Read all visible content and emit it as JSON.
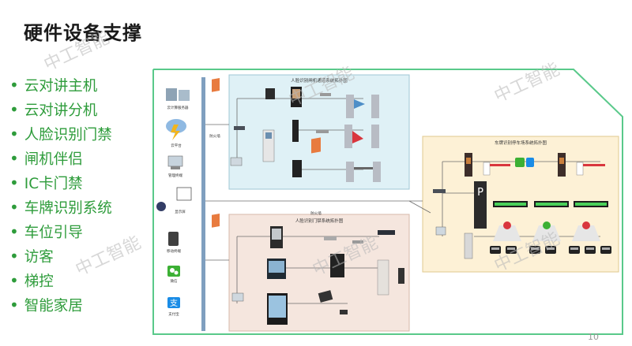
{
  "title": "硬件设备支撑",
  "page_number": "10",
  "watermark": "中工智能",
  "colors": {
    "bullet_green": "#2e9c3b",
    "outline_green": "#59c98a"
  },
  "bullets": [
    {
      "text": "云对讲主机"
    },
    {
      "text": "云对讲分机"
    },
    {
      "text": "人脸识别门禁"
    },
    {
      "text": "闸机伴侣"
    },
    {
      "text": "IC卡门禁"
    },
    {
      "text": "车牌识别系统"
    },
    {
      "text": "车位引导"
    },
    {
      "text": "访客"
    },
    {
      "text": "梯控"
    },
    {
      "text": "智能家居"
    }
  ],
  "diagram": {
    "panel_top_title": "人脸识别闸机通道系统拓扑图",
    "panel_bottom_title": "人脸识别门禁系统拓扑图",
    "panel_right_title": "车牌识别停车场系统拓扑图",
    "left_devices": [
      "云计算服务器",
      "云平台",
      "管理终端",
      "显示屏",
      "移动终端",
      "微信",
      "支付宝"
    ],
    "firewall_label": "防火墙"
  }
}
